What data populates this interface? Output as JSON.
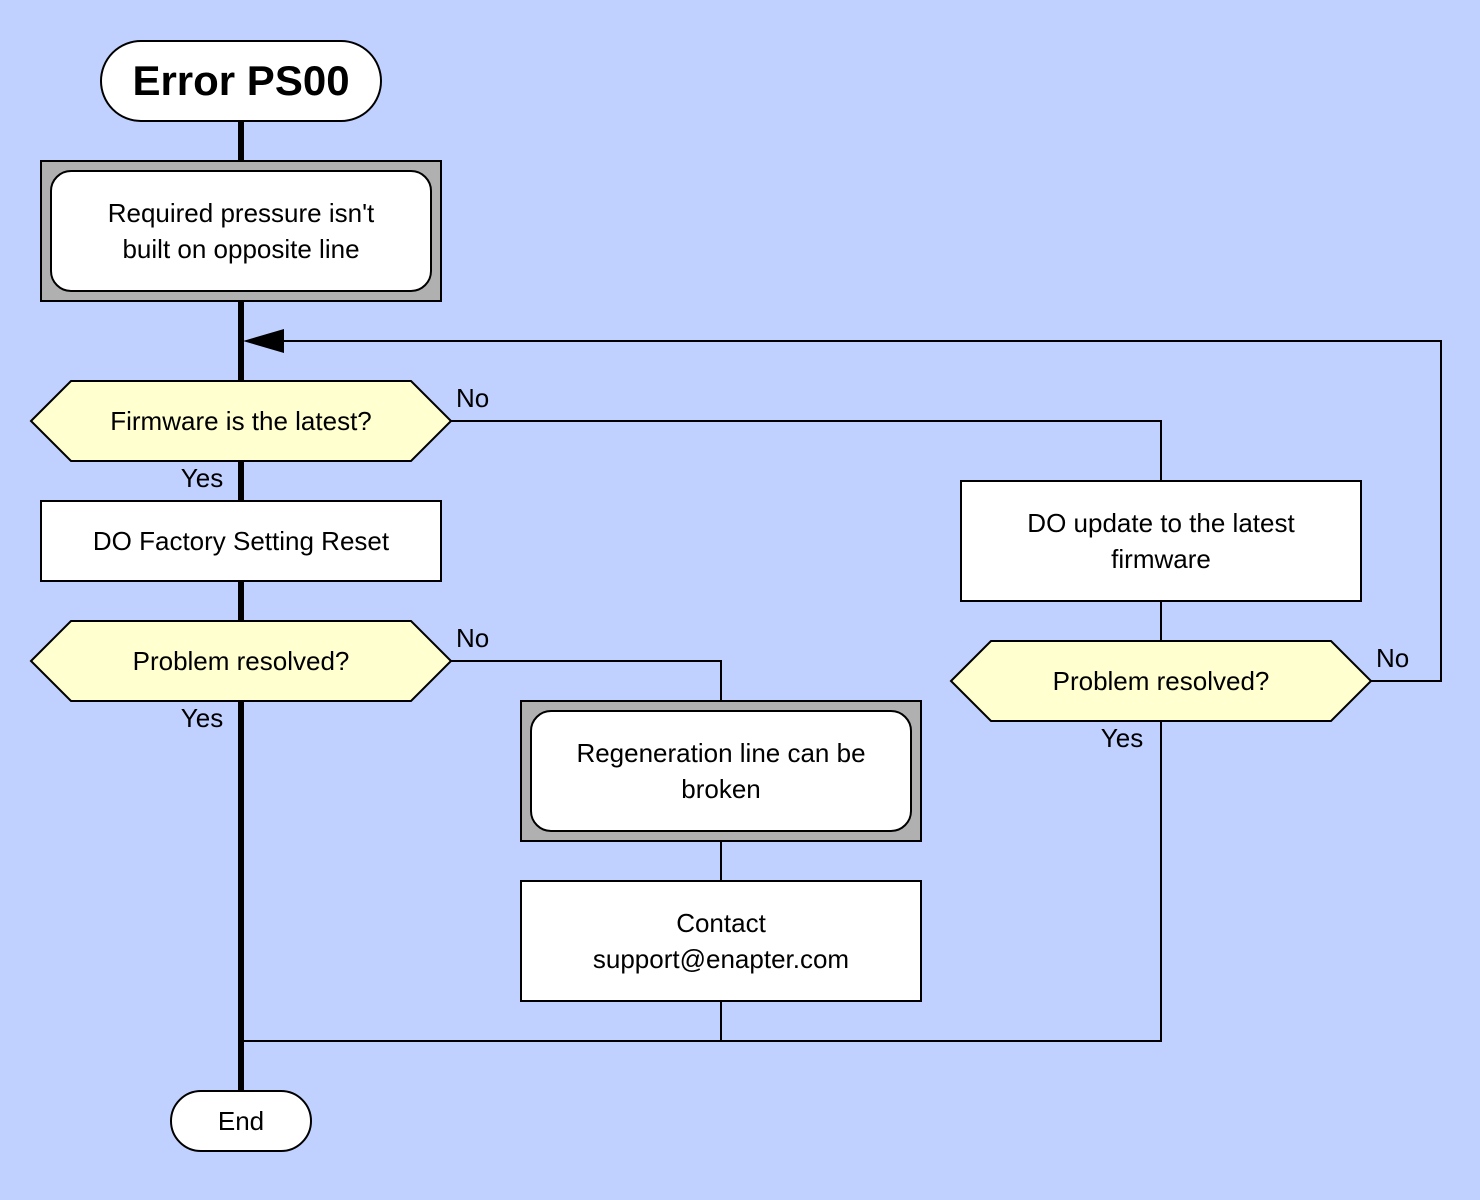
{
  "colors": {
    "background": "#c0d0ff",
    "decision_fill": "#ffffd0",
    "process_fill": "#ffffff",
    "subprocess_frame": "#b0b0b0",
    "line": "#000000"
  },
  "nodes": {
    "start": {
      "label": "Error PS00"
    },
    "symptom": {
      "line1": "Required pressure isn't",
      "line2": "built on opposite line"
    },
    "firmware_check": {
      "label": "Firmware is the latest?"
    },
    "factory_reset": {
      "label": "DO Factory Setting Reset"
    },
    "resolved_left": {
      "label": "Problem resolved?"
    },
    "firmware_update": {
      "line1": "DO update to the latest",
      "line2": "firmware"
    },
    "resolved_right": {
      "label": "Problem resolved?"
    },
    "regen_line": {
      "line1": "Regeneration line can be",
      "line2": "broken"
    },
    "contact": {
      "line1": "Contact",
      "line2": "support@enapter.com"
    },
    "end": {
      "label": "End"
    }
  },
  "branches": {
    "firmware_no": "No",
    "firmware_yes": "Yes",
    "left_no": "No",
    "left_yes": "Yes",
    "right_no": "No",
    "right_yes": "Yes"
  }
}
